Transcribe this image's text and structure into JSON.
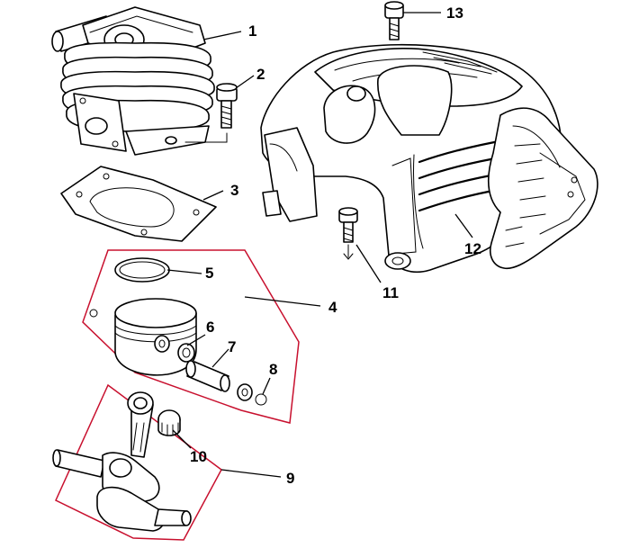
{
  "colors": {
    "group_outline": "#c8102e",
    "line": "#000000",
    "background": "#ffffff"
  },
  "callouts": {
    "c1": "1",
    "c2": "2",
    "c3": "3",
    "c4": "4",
    "c5": "5",
    "c6": "6",
    "c7": "7",
    "c8": "8",
    "c9": "9",
    "c10": "10",
    "c11": "11",
    "c12": "12",
    "c13": "13"
  }
}
